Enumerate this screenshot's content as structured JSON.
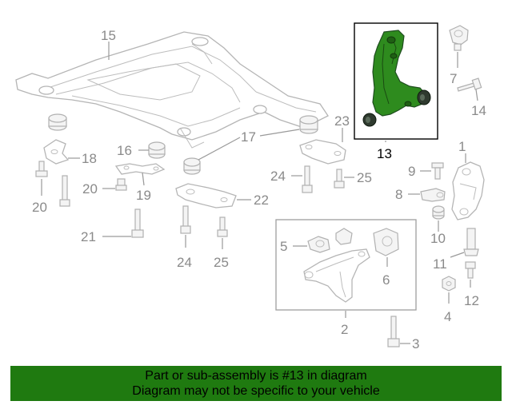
{
  "diagram": {
    "highlight_color": "#2e8b1e",
    "highlighted_part": "13",
    "callouts": {
      "c15": "15",
      "c16": "16",
      "c17": "17",
      "c18": "18",
      "c19": "19",
      "c20": "20",
      "c20b": "20",
      "c21": "21",
      "c22": "22",
      "c23": "23",
      "c24a": "24",
      "c24b": "24",
      "c25a": "25",
      "c25b": "25",
      "c13": "13",
      "c7": "7",
      "c14": "14",
      "c1": "1",
      "c9": "9",
      "c8": "8",
      "c10": "10",
      "c11": "11",
      "c12": "12",
      "c4": "4",
      "c5": "5",
      "c6": "6",
      "c2": "2",
      "c3": "3"
    }
  },
  "banner": {
    "line1": "Part or sub-assembly is #13 in diagram",
    "line2": "Diagram may not be specific to your vehicle",
    "background": "#1f7a10"
  }
}
